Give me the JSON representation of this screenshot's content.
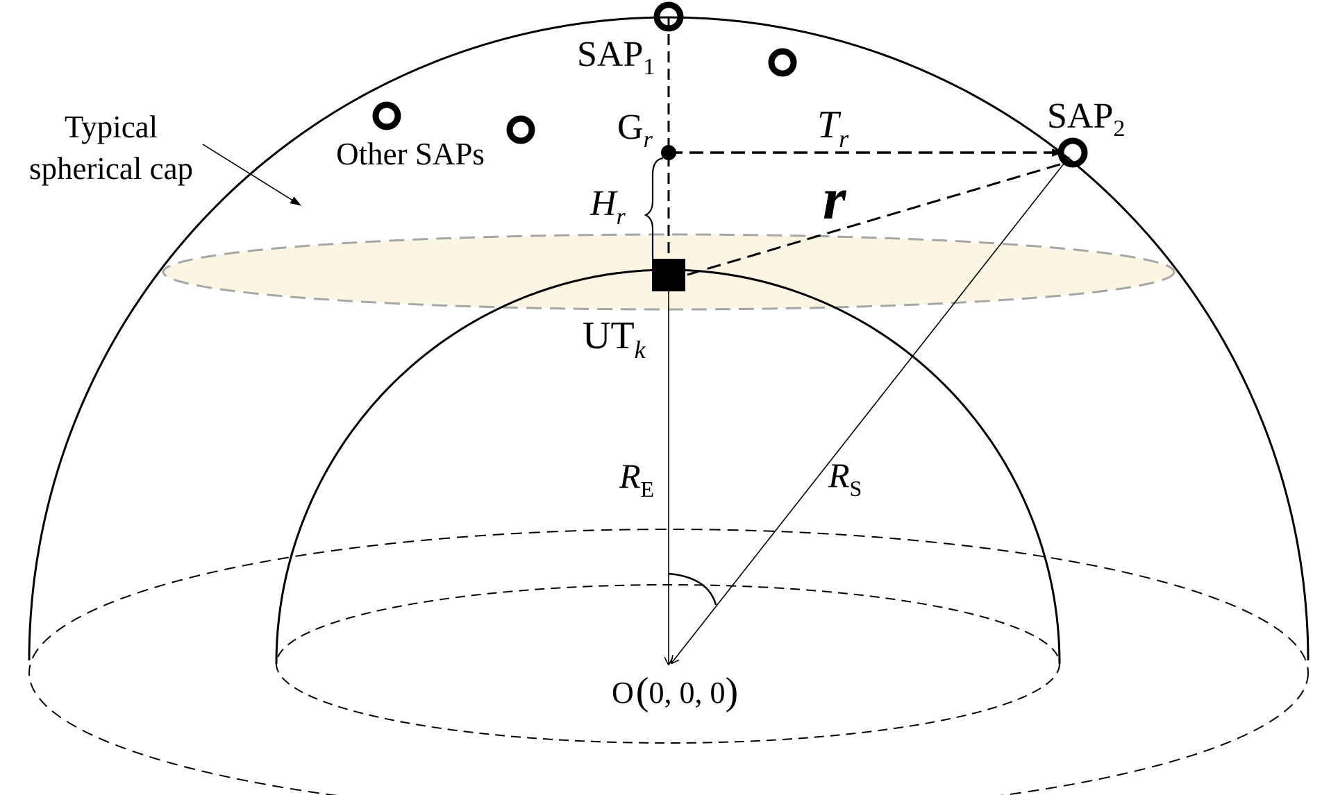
{
  "labels": {
    "typical": "Typical",
    "spherical_cap": "spherical cap",
    "other_saps": "Other SAPs",
    "sap1": {
      "base": "SAP",
      "sub": "1"
    },
    "sap2": {
      "base": "SAP",
      "sub": "2"
    },
    "gr": {
      "base": "G",
      "sub": "r"
    },
    "tr": {
      "base": "T",
      "sub": "r"
    },
    "r": "r",
    "hr": {
      "base": "H",
      "sub": "r"
    },
    "utk": {
      "base": "UT",
      "sub": "k"
    },
    "re": {
      "base": "R",
      "sub": "E"
    },
    "rs": {
      "base": "R",
      "sub": "S"
    },
    "origin": {
      "name": "O",
      "paren_open": "(",
      "coords": "0, 0, 0",
      "paren_close": ")"
    }
  },
  "colors": {
    "ink": "#000000",
    "cap_fill": "#fbf6e4",
    "cap_edge": "#a6a6a6"
  },
  "icons": {
    "sap_marker": "ring-circle-icon",
    "ut_marker": "filled-square-icon",
    "gr_marker": "filled-dot-icon"
  }
}
